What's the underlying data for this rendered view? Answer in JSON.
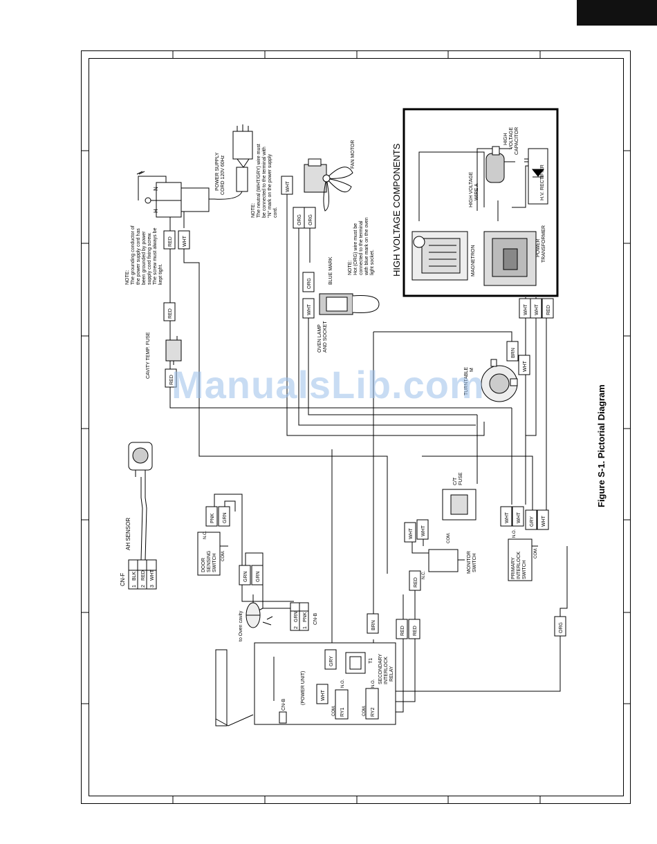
{
  "watermark": "ManualsLib.com",
  "figure_title": "Figure S-1. Pictorial Diagram",
  "hv_title": "HIGH VOLTAGE COMPONENTS",
  "labels": {
    "ah_sensor": "AH SENSOR",
    "cn_f": "CN-F",
    "cn_b_connector": "CN-B",
    "cn_b_unit": "CN-B",
    "power_unit": "(POWER UNIT)",
    "to_oven_cavity": "to Oven cavity",
    "door_sensing_switch": [
      "DOOR",
      "SENSING",
      "SWITCH"
    ],
    "secondary_relay": [
      "SECONDARY",
      "INTERLOCK",
      "RELAY"
    ],
    "primary_switch": [
      "PRIMARY",
      "INTERLOCK",
      "SWITCH"
    ],
    "monitor_switch": [
      "MONITOR",
      "SWITCH"
    ],
    "ct_fuse": [
      "C/T",
      "FUSE"
    ],
    "turntable_motor": [
      "TURNTABLE",
      "M"
    ],
    "cavity_temp_fuse": "CAVITY TEMP. FUSE",
    "oven_lamp": [
      "OVEN LAMP",
      "AND SOCKET"
    ],
    "blue_mark": "BLUE MARK",
    "fan_motor": "FAN MOTOR",
    "power_supply_cord": [
      "POWER SUPPLY",
      "CORD 120V 60Hz"
    ],
    "magnetron": "MAGNETRON",
    "power_transformer": [
      "POWER",
      "TRANSFORMER"
    ],
    "hv_wire_a": [
      "HIGH VOLTAGE",
      "WIRE A"
    ],
    "hv_capacitor": [
      "HIGH",
      "VOLTAGE",
      "CAPACITOR"
    ],
    "hv_rectifier": "H.V. RECTIFIER",
    "ry1": "RY1",
    "ry2": "RY2",
    "com": "COM.",
    "no": "N.O.",
    "nc": "N.C.",
    "t1": "T1",
    "plug_h": "H",
    "plug_n": "N"
  },
  "notes": {
    "ground": [
      "NOTE:",
      "The grounding conductor of",
      "the power supply cord has",
      "been grounded by power",
      "supply cord fixing screw.",
      "The screw must always be",
      "kept tight."
    ],
    "neutral": [
      "NOTE:",
      "The neutral (WHT/GRY) wire must",
      "be connected to the terminal with",
      "\"N\" mark on the power supply",
      "cord."
    ],
    "hot": [
      "NOTE:",
      "Hot (ORG) wire must be",
      "connected to the terminal",
      "with blue mark on the oven",
      "light socket."
    ]
  },
  "cn_f_pins": [
    {
      "num": "1",
      "color": "BLK"
    },
    {
      "num": "2",
      "color": "RED"
    },
    {
      "num": "3",
      "color": "WHT"
    }
  ],
  "cn_b_pins": [
    {
      "num": "2",
      "color": "GRN"
    },
    {
      "num": "1",
      "color": "PNK"
    }
  ],
  "wire_tags": [
    {
      "id": "t01",
      "text": "RED"
    },
    {
      "id": "t02",
      "text": "WHT"
    },
    {
      "id": "t03",
      "text": "RED"
    },
    {
      "id": "t04",
      "text": "RED"
    },
    {
      "id": "t05",
      "text": "WHT"
    },
    {
      "id": "t06",
      "text": "ORG"
    },
    {
      "id": "t07",
      "text": "ORG"
    },
    {
      "id": "t08",
      "text": "ORG"
    },
    {
      "id": "t09",
      "text": "WHT"
    },
    {
      "id": "t10",
      "text": "WHT"
    },
    {
      "id": "t11",
      "text": "WHT"
    },
    {
      "id": "t12",
      "text": "RED"
    },
    {
      "id": "t13",
      "text": "BRN"
    },
    {
      "id": "t14",
      "text": "WHT"
    },
    {
      "id": "t15",
      "text": "PNK"
    },
    {
      "id": "t16",
      "text": "GRN"
    },
    {
      "id": "t17",
      "text": "GRN"
    },
    {
      "id": "t18",
      "text": "GRN"
    },
    {
      "id": "t19",
      "text": "WHT"
    },
    {
      "id": "t20",
      "text": "WHT"
    },
    {
      "id": "t21",
      "text": "RED"
    },
    {
      "id": "t22",
      "text": "WHT"
    },
    {
      "id": "t23",
      "text": "WHT"
    },
    {
      "id": "t24",
      "text": "GRY"
    },
    {
      "id": "t25",
      "text": "WHT"
    },
    {
      "id": "t26",
      "text": "BRN"
    },
    {
      "id": "t27",
      "text": "RED"
    },
    {
      "id": "t28",
      "text": "RED"
    },
    {
      "id": "t29",
      "text": "ORG"
    },
    {
      "id": "t30",
      "text": "GRY"
    },
    {
      "id": "t31",
      "text": "WHT"
    }
  ]
}
